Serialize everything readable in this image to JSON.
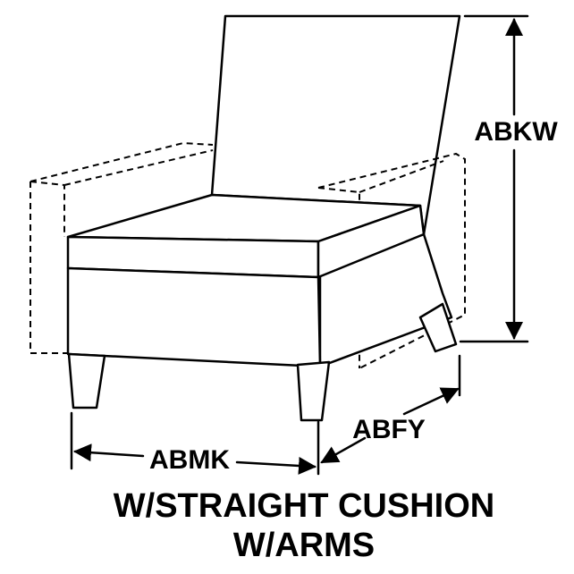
{
  "dimensions": {
    "height_label": "ABKW",
    "depth_label": "ABFY",
    "width_label": "ABMK"
  },
  "caption": {
    "line1": "W/STRAIGHT CUSHION",
    "line2": "W/ARMS"
  }
}
